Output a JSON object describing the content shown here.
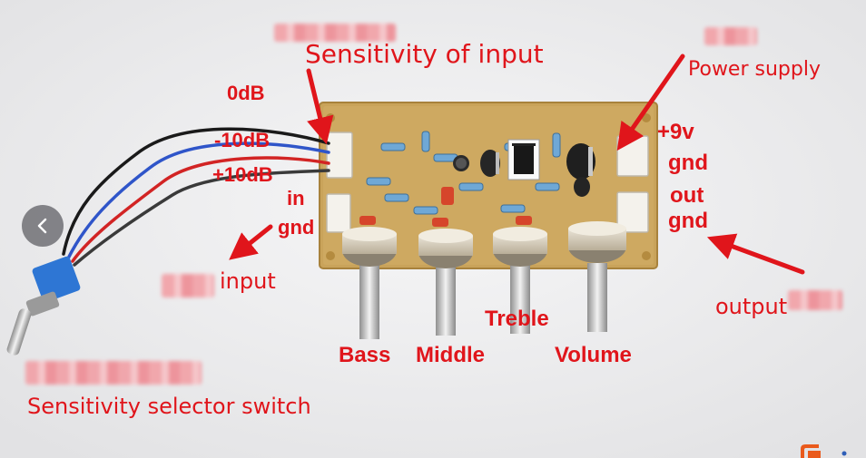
{
  "labels": {
    "sensitivity_of_input": "Sensitivity of input",
    "zero_db": "0dB",
    "minus_10db": "-10dB",
    "plus_10db": "+10dB",
    "in": "in",
    "gnd_left": "gnd",
    "input": "input",
    "power_supply": "Power supply",
    "plus_9v": "+9v",
    "gnd_power": "gnd",
    "out": "out",
    "gnd_out": "gnd",
    "output": "output",
    "bass": "Bass",
    "middle": "Middle",
    "treble": "Treble",
    "volume": "Volume",
    "sensitivity_selector_switch": "Sensitivity selector switch"
  },
  "colors": {
    "annotation": "#e0151b",
    "pcb": "#c9a35a",
    "background": "#eeeeef"
  },
  "icons": {
    "prev": "chevron-left-icon"
  }
}
